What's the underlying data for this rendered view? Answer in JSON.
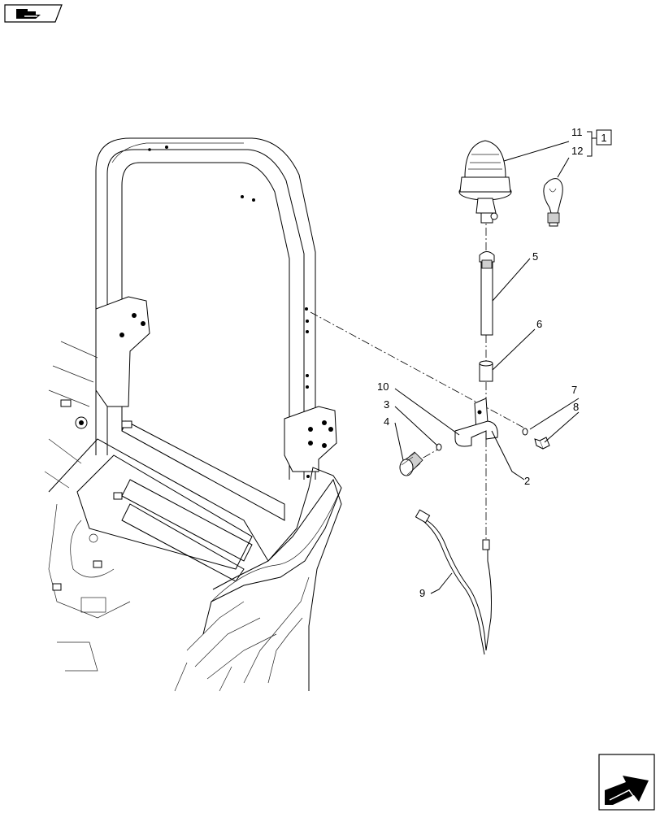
{
  "callouts": {
    "c1": "1",
    "c2": "2",
    "c3": "3",
    "c4": "4",
    "c5": "5",
    "c6": "6",
    "c7": "7",
    "c8": "8",
    "c9": "9",
    "c10": "10",
    "c11": "11",
    "c12": "12"
  },
  "icons": {
    "top_left": "folder-arrow-icon",
    "bottom_right": "next-page-arrow-icon"
  }
}
